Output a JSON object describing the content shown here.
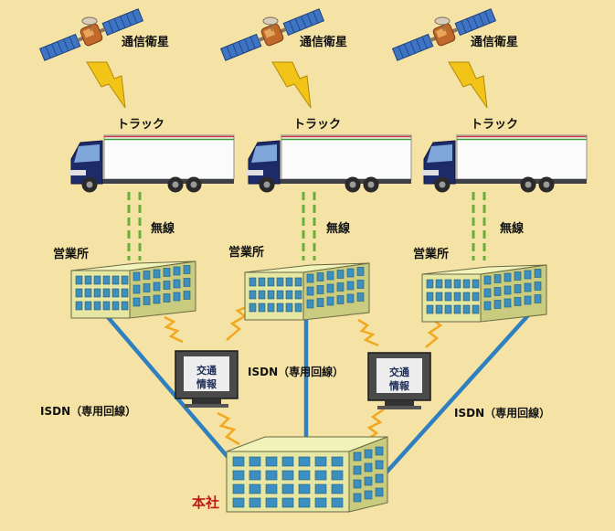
{
  "labels": {
    "satellite": "通信衛星",
    "truck": "トラック",
    "radio": "無線",
    "branch": "営業所",
    "isdn": "ISDN（専用回線）",
    "traffic_line1": "交通",
    "traffic_line2": "情報",
    "headquarters": "本社"
  },
  "colors": {
    "background": "#f5e3a6",
    "isdn_line": "#2f7fc1",
    "radio_link": "#6aae3a",
    "lightning": "#f2c418",
    "zigzag": "#f2a81e",
    "building": "#e6e7a3",
    "window": "#3d8fbf",
    "headquarters_label": "#c01818"
  },
  "icons": [
    "satellite-icon",
    "lightning-bolt-icon",
    "truck-icon",
    "building-icon",
    "monitor-icon"
  ]
}
